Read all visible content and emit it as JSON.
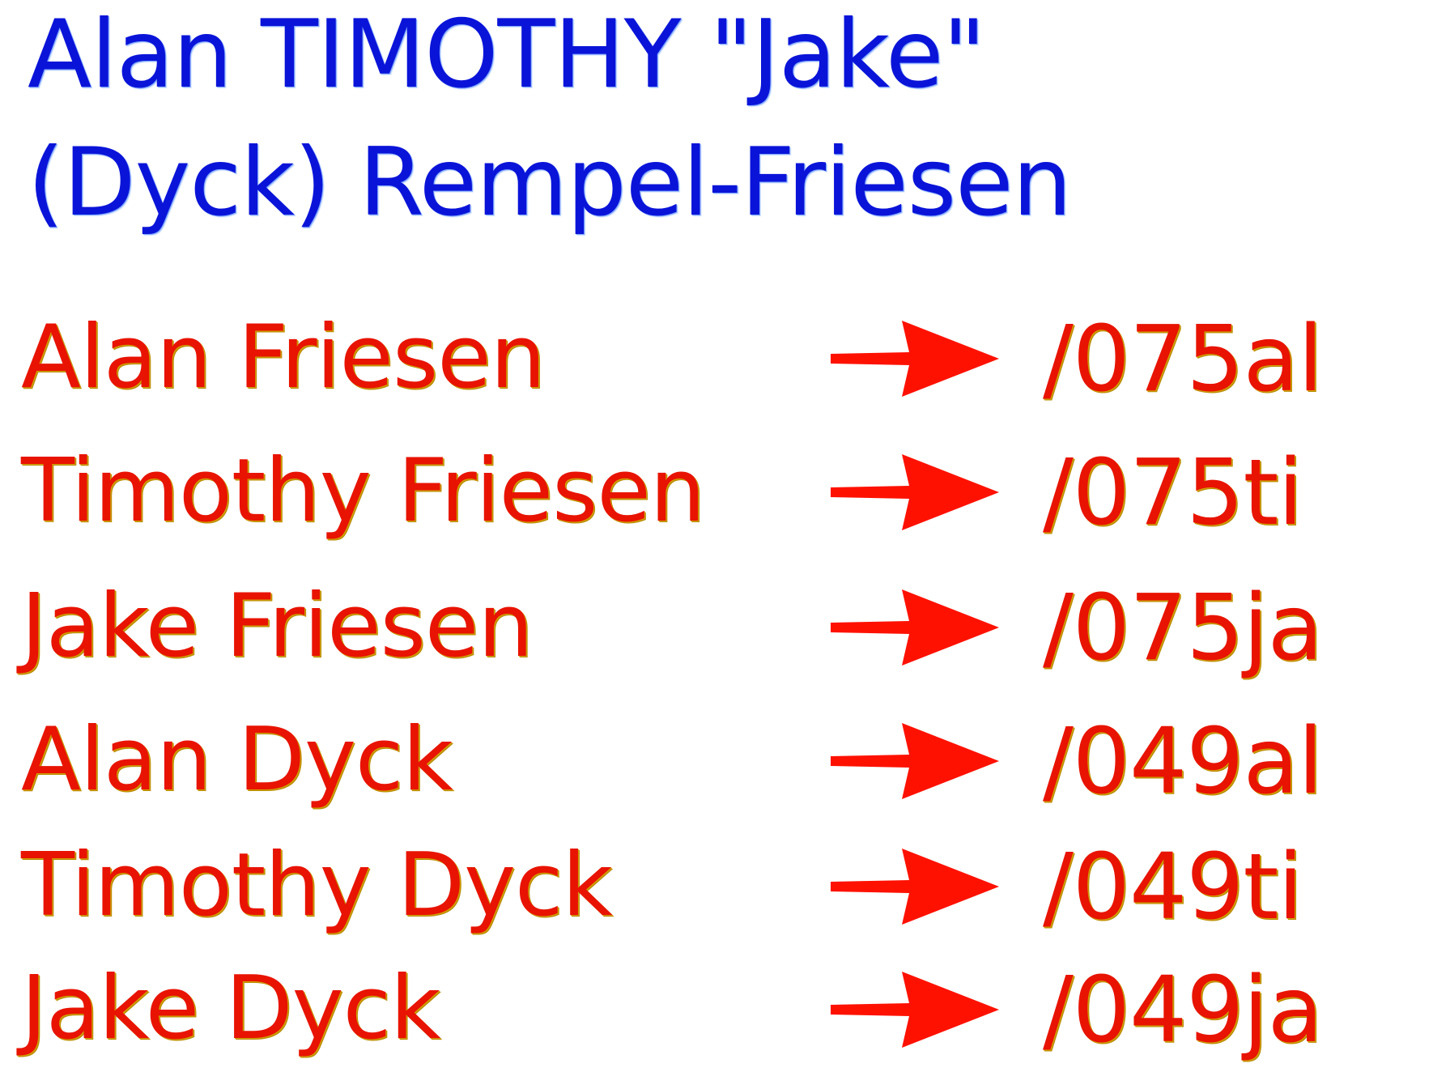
{
  "title": {
    "line1": "Alan TIMOTHY \"Jake\"",
    "line2": "(Dyck) Rempel-Friesen"
  },
  "colors": {
    "title": "#0a14d8",
    "mappings": "#e81300",
    "arrow": "#ff1100"
  },
  "mappings": [
    {
      "name": "Alan Friesen",
      "code": "/075al",
      "icon": "right-arrow-icon"
    },
    {
      "name": "Timothy Friesen",
      "code": "/075ti",
      "icon": "right-arrow-icon"
    },
    {
      "name": "Jake Friesen",
      "code": "/075ja",
      "icon": "right-arrow-icon"
    },
    {
      "name": "Alan Dyck",
      "code": "/049al",
      "icon": "right-arrow-icon"
    },
    {
      "name": "Timothy Dyck",
      "code": "/049ti",
      "icon": "right-arrow-icon"
    },
    {
      "name": "Jake Dyck",
      "code": "/049ja",
      "icon": "right-arrow-icon"
    }
  ]
}
